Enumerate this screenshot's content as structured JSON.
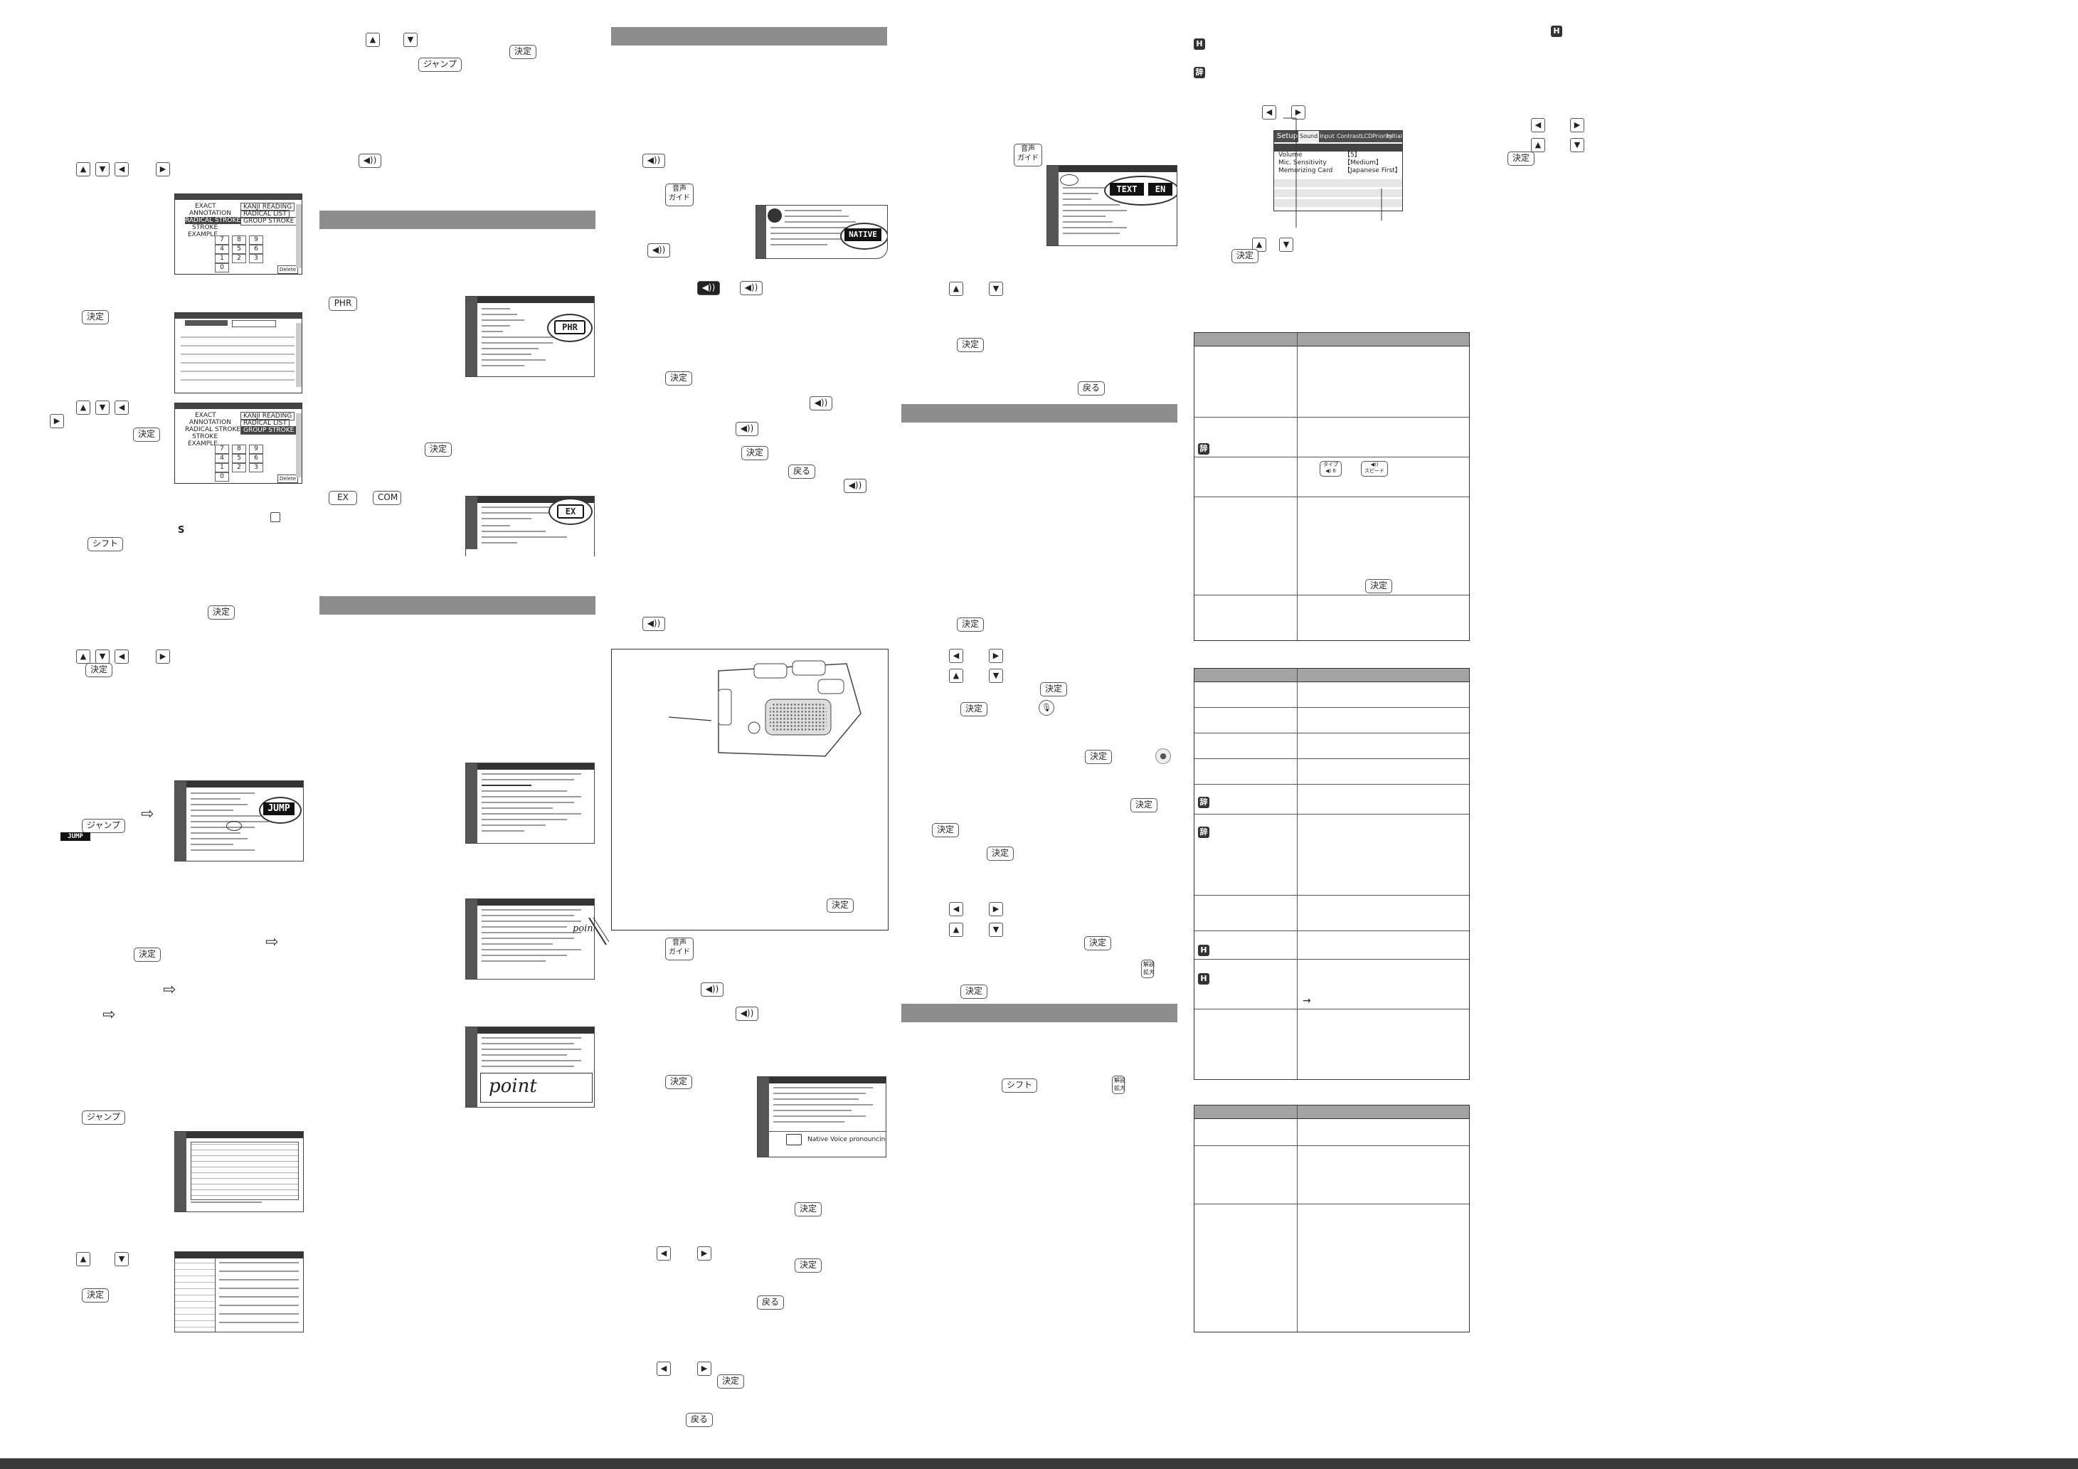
{
  "keys": {
    "kettei": "決定",
    "jump": "ジャンプ",
    "shift": "シフト",
    "modoru": "戻る",
    "onsei_guide_top": "音声",
    "onsei_guide_bottom": "ガイド",
    "phr": "PHR",
    "ex": "EX",
    "com": "COM",
    "type_top": "タイプ",
    "type_bottom": "◀) 6",
    "speed_bottom": "スピード",
    "kaisetsu_top": "解説",
    "kaisetsu_bottom": "拡大",
    "up": "▲",
    "down": "▼",
    "left": "◀",
    "right": "▶",
    "speaker": "◀))",
    "mic": "🎙",
    "rec": "●",
    "shift_s": "S"
  },
  "callouts": {
    "native": "NATIVE",
    "text": "TEXT",
    "en": "EN",
    "phr": "PHR",
    "ex": "EX",
    "jump": "JUMP",
    "jump_small": "JUMP",
    "point": "point",
    "native_voice": "Native Voice pronouncing"
  },
  "search_screen": {
    "labels": [
      "EXACT",
      "ANNOTATION",
      "RADICAL STROKE",
      "STROKE",
      "EXAMPLE"
    ],
    "fields": [
      "KANJI READING",
      "RADICAL LIST",
      "GROUP STROKE"
    ],
    "keypad": [
      "7",
      "8",
      "9",
      "4",
      "5",
      "6",
      "1",
      "2",
      "3",
      "0"
    ],
    "delete": "Delete"
  },
  "setup_screen": {
    "title": "Setup",
    "tabs": [
      "Sound",
      "Input",
      "Contrast",
      "LCD",
      "Priority",
      "Initialize"
    ],
    "rows": [
      {
        "label": "Volume",
        "value": "【5】"
      },
      {
        "label": "Mic. Sensitivity",
        "value": "【Medium】"
      },
      {
        "label": "Memorizing Card",
        "value": "【Japanese First】"
      }
    ]
  },
  "table_icons": {
    "jisho": "辞",
    "h": "H"
  }
}
